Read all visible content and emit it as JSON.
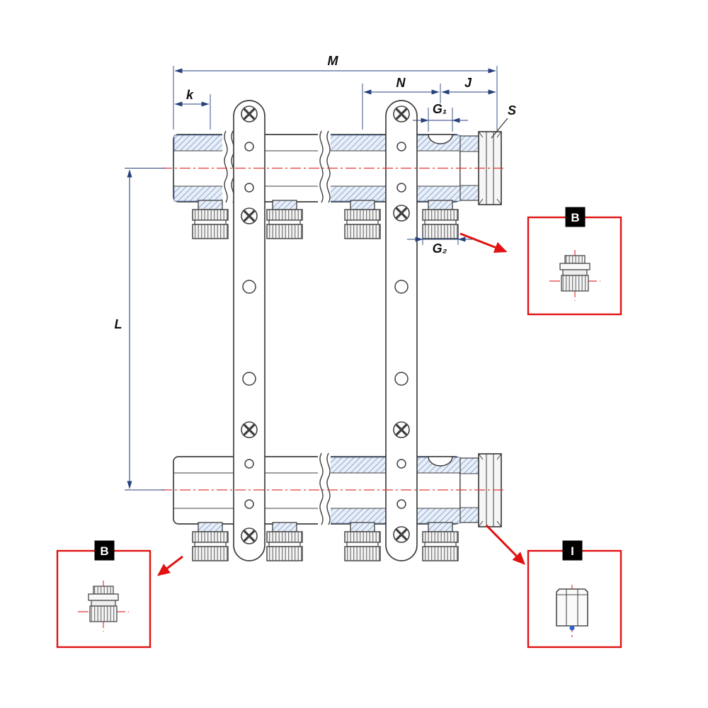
{
  "labels": {
    "M": "M",
    "N": "N",
    "J": "J",
    "k": "k",
    "G1": "G₁",
    "G2": "G₂",
    "L": "L",
    "S": "S"
  },
  "details": {
    "top_right": "B",
    "bottom_left": "B",
    "bottom_right": "I"
  },
  "colors": {
    "line": "#3f3f3f",
    "hatch": "#7c9bc9",
    "dimension": "#26407c",
    "centerline": "#e23b3b",
    "detail_border": "#e01212",
    "tag_bg": "#000000",
    "tag_text": "#ffffff"
  }
}
